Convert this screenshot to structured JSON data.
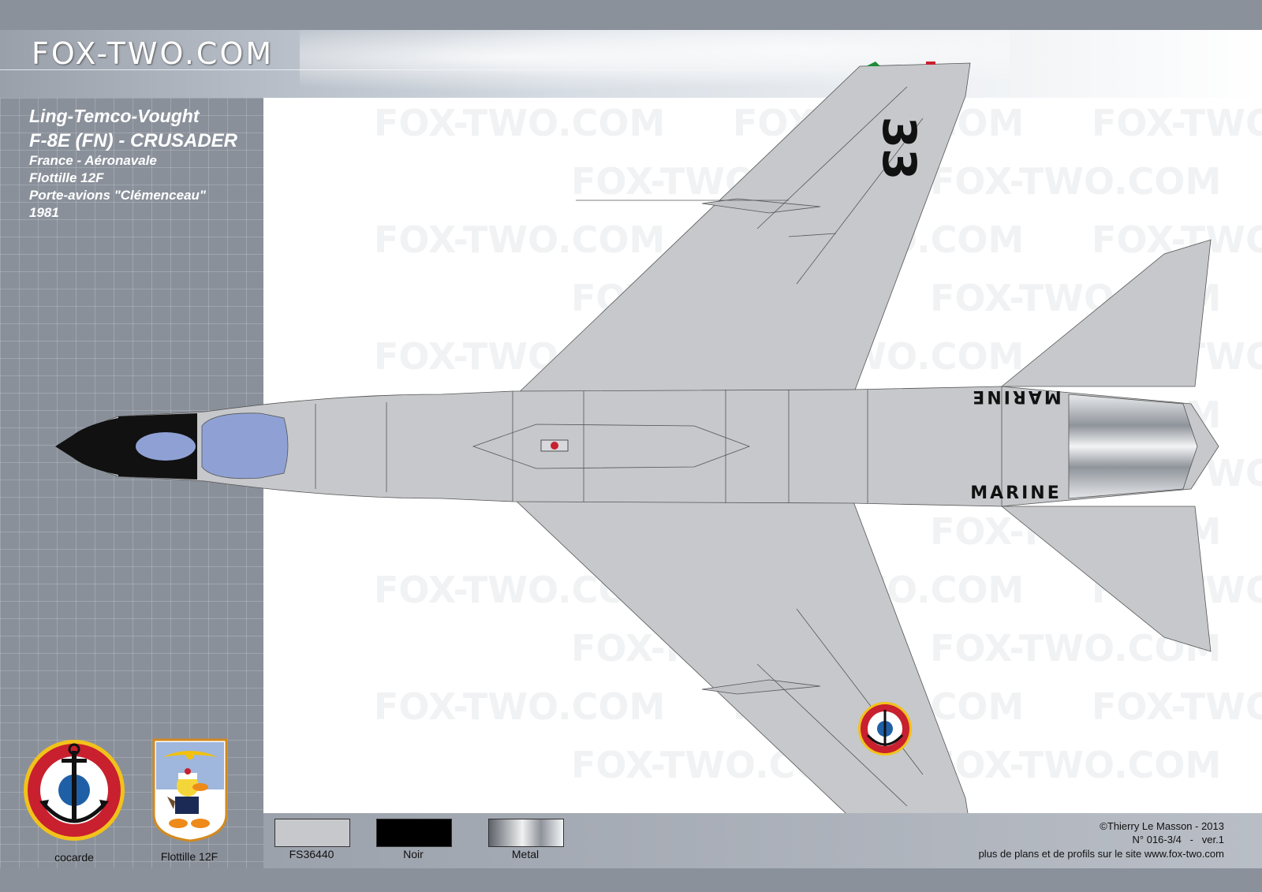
{
  "site_logo": "FOX-TWO.COM",
  "watermark_text": "FOX-TWO.COM",
  "aircraft": {
    "manufacturer": "Ling-Temco-Vought",
    "model": "F-8E (FN) - CRUSADER",
    "operator": "France - Aéronavale",
    "unit": "Flottille 12F",
    "carrier": "Porte-avions \"Clémenceau\"",
    "year": "1981"
  },
  "markings": {
    "wing_number": "33",
    "tail_text": "MARINE"
  },
  "emblems": [
    {
      "label": "cocarde\nAéronavale",
      "icon": "roundel-anchor-icon"
    },
    {
      "label": "Flottille 12F",
      "icon": "duck-sailor-badge-icon"
    }
  ],
  "colors": [
    {
      "label": "FS36440",
      "hex": "#c6c8cb"
    },
    {
      "label": "Noir",
      "hex": "#000000"
    },
    {
      "label": "Metal",
      "hex": "#9aa0a8"
    }
  ],
  "credits": {
    "author": "©Thierry Le Masson - 2013",
    "ref": "N° 016-3/4   -   ver.1",
    "more": "plus de plans et de profils sur le site www.fox-two.com"
  },
  "palette": {
    "frame": "#8b919b",
    "aircraft_gray": "#c6c8cb",
    "canopy": "#8fa1d4",
    "roundel_blue": "#1f5fa6",
    "roundel_red": "#c8202e",
    "roundel_yellow": "#f2c21b"
  }
}
